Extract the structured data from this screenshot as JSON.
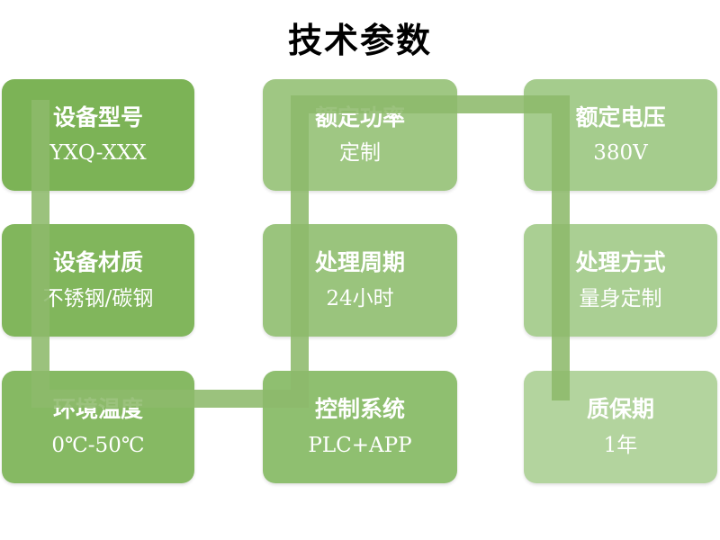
{
  "title": "技术参数",
  "colors": {
    "background": "#ffffff",
    "title_text": "#000000",
    "box_text": "#ffffff",
    "connector": "rgba(141,185,107,0.88)"
  },
  "flow_order_note": "snake flow: device-model > material > ambient-temperature > control-system > cycle-time > rated-power > rated-voltage > treatment-method > warranty",
  "boxes": [
    {
      "label": "设备型号",
      "value": "YXQ-XXX",
      "color": "#7cb356"
    },
    {
      "label": "额定功率",
      "value": "定制",
      "color": "#9fc783"
    },
    {
      "label": "额定电压",
      "value": "380V",
      "color": "#a5cc8d"
    },
    {
      "label": "设备材质",
      "value": "不锈钢/碳钢",
      "color": "#81b65c"
    },
    {
      "label": "处理周期",
      "value": "24小时",
      "color": "#9ac47d"
    },
    {
      "label": "处理方式",
      "value": "量身定制",
      "color": "#aacf93"
    },
    {
      "label": "环境温度",
      "value": "0℃-50℃",
      "color": "#86b963"
    },
    {
      "label": "控制系统",
      "value": "PLC+APP",
      "color": "#8fbf70"
    },
    {
      "label": "质保期",
      "value": "1年",
      "color": "#b3d49e"
    }
  ]
}
